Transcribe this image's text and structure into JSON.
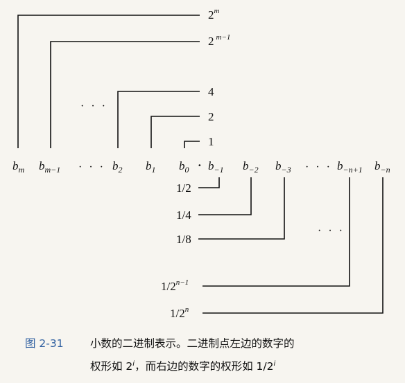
{
  "diagram": {
    "left_weights": [
      {
        "base": "2",
        "exp": "m"
      },
      {
        "base": "2",
        "exp": "m−1"
      },
      {
        "base": "4",
        "exp": ""
      },
      {
        "base": "2",
        "exp": ""
      },
      {
        "base": "1",
        "exp": ""
      }
    ],
    "bits": [
      {
        "base": "b",
        "sub": "m"
      },
      {
        "base": "b",
        "sub": "m−1"
      },
      {
        "base": "b",
        "sub": "2"
      },
      {
        "base": "b",
        "sub": "1"
      },
      {
        "base": "b",
        "sub": "0"
      },
      {
        "base": "b",
        "sub": "−1"
      },
      {
        "base": "b",
        "sub": "−2"
      },
      {
        "base": "b",
        "sub": "−3"
      },
      {
        "base": "b",
        "sub": "−n+1"
      },
      {
        "base": "b",
        "sub": "−n"
      }
    ],
    "right_weights": [
      {
        "base": "1/2",
        "exp": ""
      },
      {
        "base": "1/4",
        "exp": ""
      },
      {
        "base": "1/8",
        "exp": ""
      },
      {
        "base": "1/2",
        "exp": "n−1"
      },
      {
        "base": "1/2",
        "exp": "n"
      }
    ],
    "ellipsis": "· · ·",
    "binary_point": "·"
  },
  "caption": {
    "figure_label": "图 2-31",
    "line1": "小数的二进制表示。二进制点左边的数字的",
    "line2_a": "权形如 2",
    "line2_a_sup": "i",
    "line2_b": "，而右边的数字的权形如 1/2",
    "line2_b_sup": "i"
  }
}
